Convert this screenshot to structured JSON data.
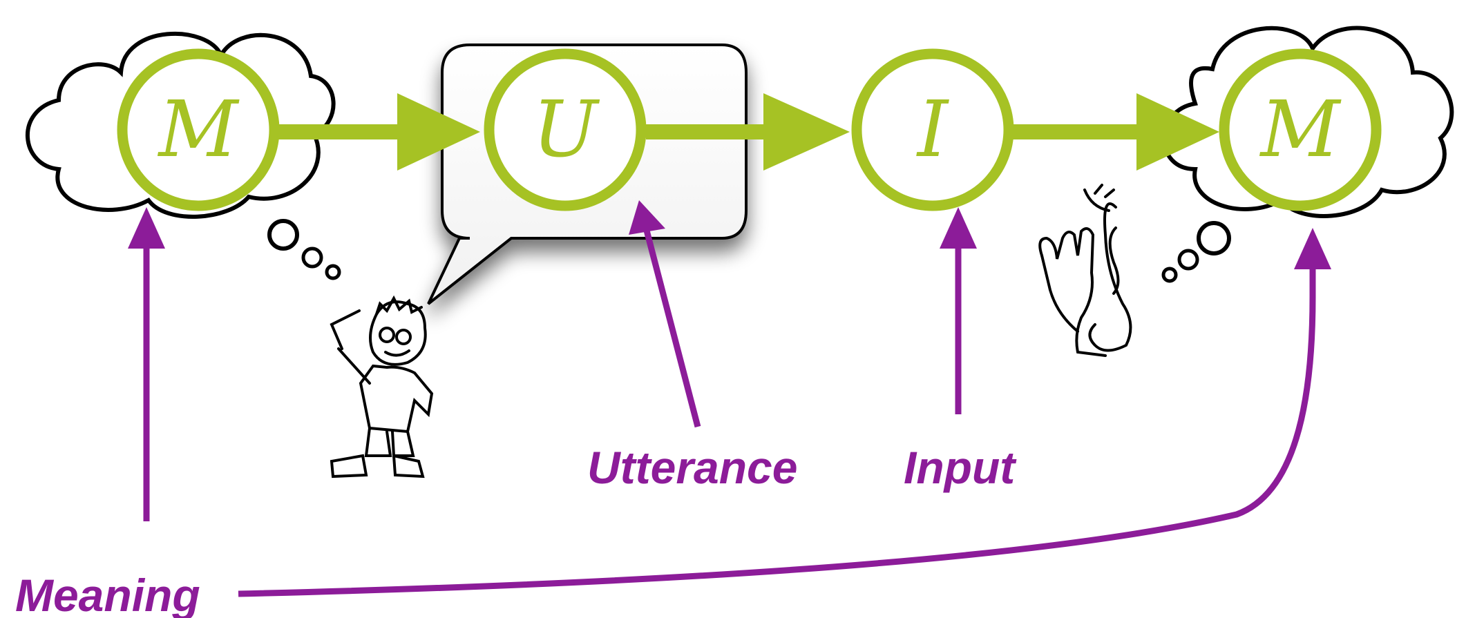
{
  "nodes": [
    {
      "id": "meaning-speaker",
      "letter": "M"
    },
    {
      "id": "utterance",
      "letter": "U"
    },
    {
      "id": "input",
      "letter": "I"
    },
    {
      "id": "meaning-listener",
      "letter": "M"
    }
  ],
  "labels": {
    "utterance": "Utterance",
    "input": "Input",
    "meaning": "Meaning"
  },
  "colors": {
    "node": "#a6c224",
    "label": "#8c1c99",
    "outline": "#000000"
  },
  "icons": {
    "speaker": "speaking-person-icon",
    "listener": "listening-ear-icon"
  }
}
